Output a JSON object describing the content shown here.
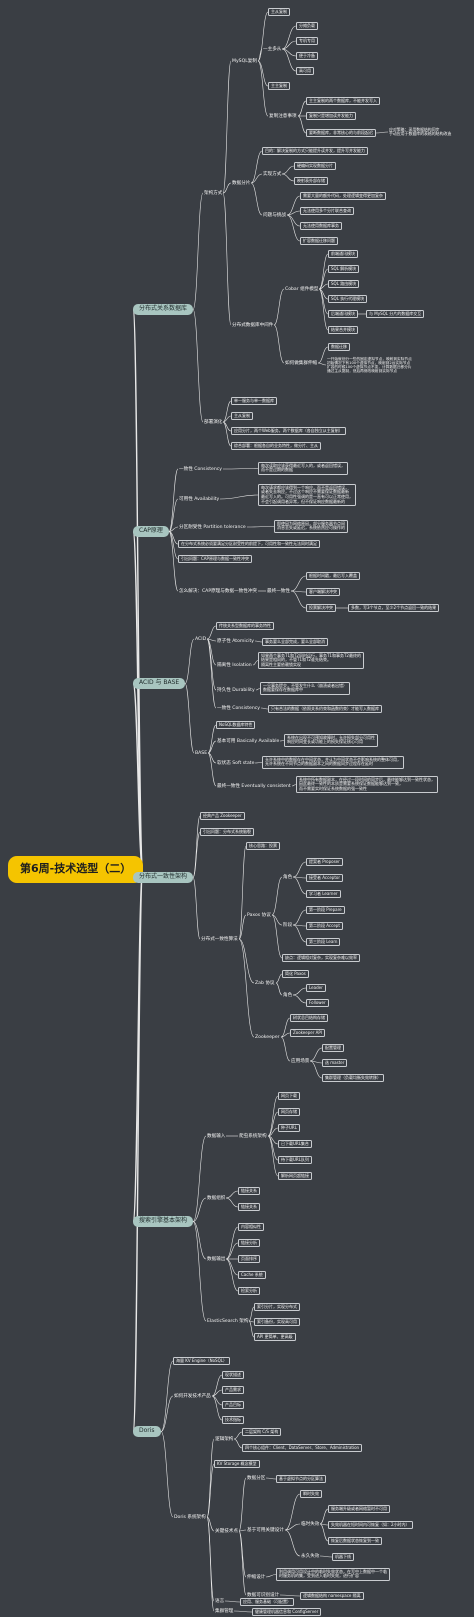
{
  "root": "第6周-技术选型（二）",
  "b1": {
    "label": "分布式关系数据库",
    "arch": {
      "label": "架构方式",
      "mysql": {
        "label": "MySQL复制",
        "items": [
          "主从复制",
          "主主复制",
          "复制注意事项"
        ],
        "yizhuduocong": {
          "label": "一主多从",
          "items": [
            "分摊负载",
            "专机专用",
            "便于冷备",
            "高可用"
          ]
        },
        "notes": [
          "主主复制的两个数据库，不能并发写入",
          "复制只是增加读并发能力",
          "要断数据库，非常核心的与前段起迟"
        ],
        "note_end": "应对策略：采用数据结构同步\n手动应用于数据库的表格的结构改造"
      },
      "fenpian": {
        "label": "数据分片",
        "intro": "目的：解决复制的方式只能提升读并发，提升写并发能力",
        "impl": {
          "label": "实现方式",
          "items": [
            "硬编码实现数据分片",
            "映射表外部存储"
          ]
        },
        "issues": {
          "label": "问题与挑战",
          "items": [
            "需要大量的额外代码，处理逻辑变得更加复杂",
            "无法使用多个分片联合查询",
            "无法使用数据库事务",
            "扩容数据迁移问题"
          ]
        }
      },
      "middleware": {
        "label": "分布式数据库中间件",
        "cobar": {
          "label": "Cobar 组件模型",
          "items": [
            "前端通讯模块",
            "SQL 解析模块",
            "SQL 路由模块",
            "SQL 执行代理模块",
            "后端通讯模块",
            "结果合并模块"
          ],
          "routing_note": "与 MySQL 分片的数据库交互"
        },
        "expand": {
          "label": "如何做集群伸缩",
          "items": [
            "数据迁移"
          ],
          "note": "一开始就划分一些的固定虚拟节点，映射到实际节点\n初始情况下有100个虚拟节点，映射到2台实际节点\n扩容的时候100个虚拟节点不变，计算数据迁移分片\n通过主从复制，然后再修改映射到实际节点"
        }
      }
    },
    "evolution": {
      "label": "部署演化",
      "items": [
        "单一服务与单一数据库",
        "主从复制",
        "应用分片，两个Web服务，两个数据库（各自独立从主复制）",
        "综合部署：根据各自的业务特性，做分片、主从"
      ]
    }
  },
  "b2": {
    "label": "CAP原理",
    "c": {
      "label": "一致性 Consistency",
      "desc": "每次读取应该获得最近写入的，或者返回错误，\n而不是过期的数据"
    },
    "a": {
      "label": "可用性 Availability",
      "desc": "每次请求都应该得到一个响应，而不是返回错误，\n或者失去响应，不过这个响应不需要保证数据最新\n最近写入的。可用性强调的是一直有可以正常使用，\n不会引起调用者异常，但不保证响应数据最新的"
    },
    "p": {
      "label": "分区耐受性 Partition tolerance",
      "desc": "即使因为网络原因，部分服务器节点间\n消息丢失或延迟，系统依然应可操作的"
    },
    "point1": "在分布式系统必须要满足分区耐受性的前提下，可用性和一致性无法同时满足",
    "point2": "引出问题：CAP原理与数据一致性冲突",
    "solve": {
      "label": "怎么解决：CAP原理与数据一致性冲突",
      "final": "最终一致性",
      "items": [
        "根据时间戳，最后写入覆盖",
        "客户端解决冲突",
        "投票解决冲突"
      ],
      "vote_note": "多数，写3个节点，至少2个节点返回一致的结果"
    }
  },
  "b3": {
    "label": "ACID 与 BASE",
    "acid": {
      "label": "ACID",
      "intro": "传统关系型数据库的事务特性",
      "a": {
        "label": "原子性 Atomicity",
        "desc": "事务要么全部完成，要么全部取消"
      },
      "i": {
        "label": "隔离性 Isolation",
        "desc": "如果两个事务T1和T2同时运行，事务T1和事务T2最终的\n结果是相同的，不管T1和T2谁先结束。\n隔离性主要依赖锁实现"
      },
      "d": {
        "label": "持久性 Durability",
        "desc": "一旦事务提交，不管发生什么（崩溃或者出错）\n数据要保存在数据库中"
      },
      "c": {
        "label": "一致性 Consistency",
        "desc": "只有合法的数据（依照关系约束和函数约束）才能写入数据库"
      }
    },
    "base": {
      "label": "BASE",
      "intro": "NoSQL数据库特性",
      "ba": {
        "label": "基本可用 Basically Available",
        "desc": "系统在出现不可预知故障时，允许损失部分可用性\n响应时间变长或功能上的损失保证核心可用"
      },
      "s": {
        "label": "软状态 Soft state",
        "desc": "允许系统中的数据存在中间状态，并认为中间状态不会影响系统的整体可用，\n允许系统在不同节点的数据副本之间的数据同步过程存在延时"
      },
      "e": {
        "label": "最终一致性 Eventually consistent",
        "desc": "系统中所有数据副本，在经过一段时间的同步后，最终能够达到一致性状态，\n因此最终一致性的本质是需要系统保证数据能够达到一致，\n而不需要实时保证系统数据的强一致性"
      }
    }
  },
  "b4": {
    "label": "分布式一致性架构",
    "items": [
      "经典产品 Zookeeper",
      "引出问题：分布式系统脑裂"
    ],
    "algo": {
      "label": "分布式一致性算法",
      "core": "核心思路：投票",
      "paxos": {
        "label": "Paxos 协议",
        "role": {
          "label": "角色",
          "items": [
            "提案者 Proposer",
            "接受者 Acceptor",
            "学习者 Learner"
          ]
        },
        "phase": {
          "label": "阶段",
          "items": [
            "第一阶段 Prepare",
            "第二阶段 Accept",
            "第三阶段 Learn"
          ]
        },
        "note": "缺点：逻辑相对复杂，实现复杂难以效率"
      },
      "zab": {
        "label": "Zab 协议",
        "simple": "简化 Paxos",
        "role": "角色",
        "roles": [
          "Leader",
          "Follower"
        ]
      },
      "zk": {
        "label": "Zookeeper",
        "items": [
          "树状总目结构存储",
          "Zookeeper API"
        ],
        "app": {
          "label": "应用场景",
          "items": [
            "配置管理",
            "选 master",
            "集群管理（负载均衡失效转移）"
          ]
        }
      }
    }
  },
  "b5": {
    "label": "搜索引擎基本架构",
    "input": {
      "label": "数据输入",
      "crawler": {
        "label": "爬虫系统架构",
        "items": [
          "网页下载",
          "网页存储",
          "种子URL",
          "已下载URL集合",
          "待下载URL队列",
          "解析网页超链接"
        ]
      }
    },
    "process": {
      "label": "数据组织",
      "items": [
        "链接关系",
        "链接关系"
      ]
    },
    "output": {
      "label": "数据输出",
      "items": [
        "内容相似性",
        "链接分析",
        "页面排序",
        "Cache 系统",
        "检索分析"
      ]
    },
    "es": {
      "label": "ElasticSearch 架构",
      "items": [
        "索引分片，实现分布式",
        "索引备份，实现高可用",
        "API 更简单、更高级"
      ]
    }
  },
  "b6": {
    "label": "Doris",
    "kv": "海量 KV Engine（NoSQL）",
    "howto": {
      "label": "如何开发技术产品",
      "items": [
        "现状描述",
        "产品需求",
        "产品目标",
        "技术指标"
      ]
    },
    "arch": {
      "label": "Doris 系统架构",
      "logic": {
        "label": "逻辑架构",
        "items": [
          "二层架构 C/S 架构",
          "四个核心组件：Client、DataServer、Store、Administration"
        ]
      },
      "kvstore": "KV Storage 概念模型",
      "key": {
        "label": "关键技术点",
        "partition": {
          "label": "数据分区",
          "desc": "基于虚拟节点的分区算法"
        },
        "ha": {
          "label": "基于可用关键设计",
          "temp": "瞬时失效",
          "fail": {
            "label": "临时失效",
            "items": [
              "服务端升级或者网络暂时不可用",
              "失效机器在短时间内可恢复（如：2小时内）",
              "恢复后数据状态恢复到一致"
            ]
          },
          "perm": {
            "label": "永久失效",
            "desc": "机器下线"
          }
        },
        "scale": {
          "label": "伸缩设计",
          "desc": "利用调用可用设计中的临时失效状态，在写中上数据中一个临\n时服务机的集，受到进入临时失效，进行扩容"
        },
        "ns": {
          "label": "数据可识别设计",
          "desc": "逻辑数据结构 namespace 隔离"
        }
      },
      "lang": {
        "label": "语言",
        "items": [
          "应用、服务基础（可配置）"
        ]
      },
      "cluster": {
        "label": "集群管理",
        "desc": "健康管理机器信息和 ConfigServer"
      }
    }
  }
}
